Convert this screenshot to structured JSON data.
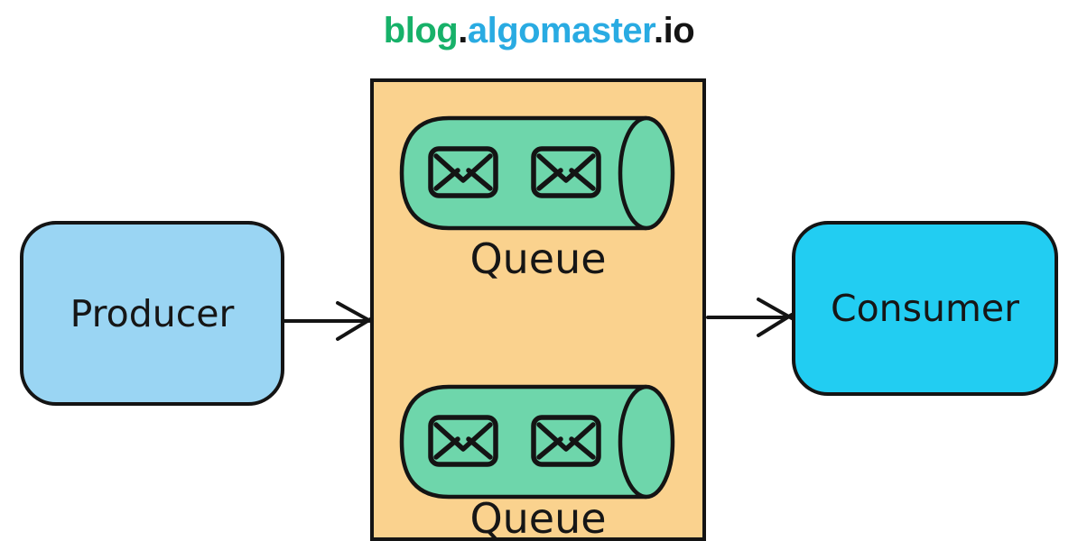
{
  "title": {
    "full": "blog.algomaster.io",
    "parts": [
      {
        "text": "blog",
        "color": "#17b169"
      },
      {
        "text": ".",
        "color": "#141414"
      },
      {
        "text": "algomaster",
        "color": "#29abe2"
      },
      {
        "text": ".io",
        "color": "#141414"
      }
    ]
  },
  "nodes": {
    "producer": {
      "label": "Producer",
      "fill": "#9ad5f3"
    },
    "consumer": {
      "label": "Consumer",
      "fill": "#22cdf2"
    }
  },
  "queue_panel": {
    "fill": "#fad28e",
    "queues": [
      {
        "label": "Queue",
        "message_count": 2,
        "cylinder_fill": "#6ed6ab",
        "message_icon": "envelope-icon"
      },
      {
        "label": "Queue",
        "message_count": 2,
        "cylinder_fill": "#6ed6ab",
        "message_icon": "envelope-icon"
      }
    ]
  },
  "connections": [
    {
      "from": "Producer",
      "to": "Queue panel",
      "style": "open-arrowhead"
    },
    {
      "from": "Queue panel",
      "to": "Consumer",
      "style": "open-arrowhead"
    }
  ],
  "colors": {
    "background": "#ffffff",
    "stroke": "#141414",
    "text": "#161616"
  }
}
